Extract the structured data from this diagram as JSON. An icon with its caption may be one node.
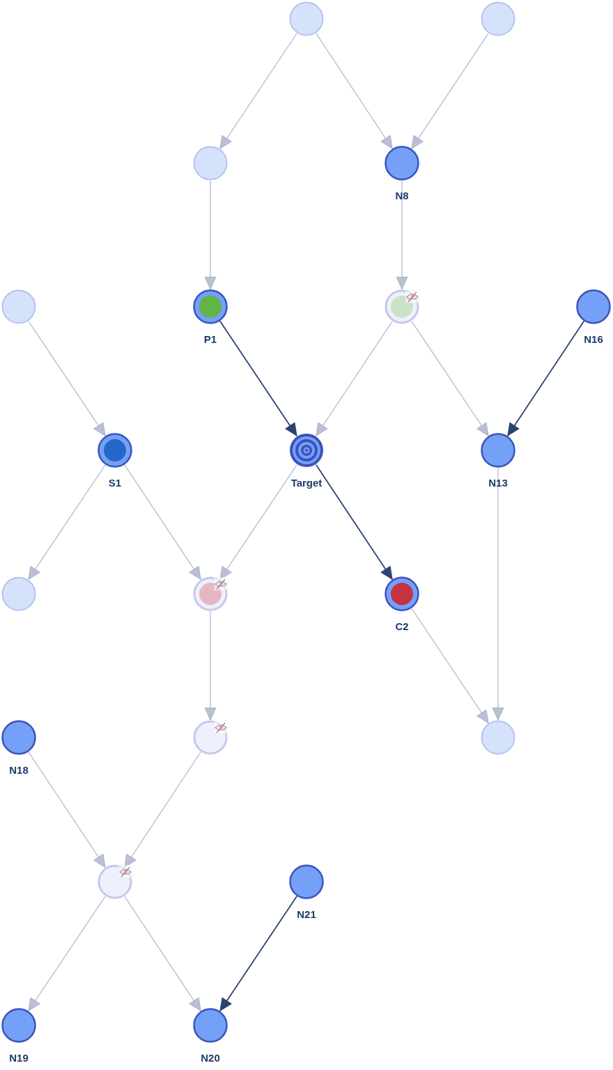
{
  "diagram": {
    "nodes": [
      {
        "text": [],
        "shape": "circle"
      },
      {
        "text": [],
        "shape": "circle"
      },
      {
        "text": [],
        "shape": "circle"
      },
      {
        "text": [
          "N8"
        ]
      },
      {
        "text": [],
        "shape": "circle"
      },
      {
        "text": [
          "P1"
        ]
      },
      {
        "text": [],
        "shape": "circle"
      },
      {
        "text": [
          "N16"
        ]
      },
      {
        "text": [
          "S1"
        ]
      },
      {
        "text": [
          "Target"
        ]
      },
      {
        "text": [
          "N13"
        ]
      },
      {
        "text": [],
        "shape": "circle"
      },
      {
        "text": [],
        "shape": "circle"
      },
      {
        "text": [
          "C2"
        ]
      },
      {
        "text": [
          "N18"
        ]
      },
      {
        "text": [],
        "shape": "circle"
      },
      {
        "text": [],
        "shape": "circle"
      },
      {
        "text": [],
        "shape": "circle"
      },
      {
        "text": [
          "N21"
        ]
      },
      {
        "text": [
          "N19"
        ]
      },
      {
        "text": [
          "N20"
        ]
      }
    ],
    "edges": [
      {
        "from": 0,
        "to": 2,
        "arrow": "to"
      },
      {
        "from": 0,
        "to": 3,
        "arrow": "to"
      },
      {
        "from": 1,
        "to": 3,
        "arrow": "to"
      },
      {
        "from": 2,
        "to": 5,
        "arrow": "to"
      },
      {
        "from": 3,
        "to": 6,
        "arrow": "to"
      },
      {
        "from": 4,
        "to": 8,
        "arrow": "to"
      },
      {
        "from": 5,
        "to": 9,
        "arrow": "to",
        "color": "#2b4272"
      },
      {
        "from": 6,
        "to": 9,
        "arrow": "to"
      },
      {
        "from": 6,
        "to": 10,
        "arrow": "to"
      },
      {
        "from": 7,
        "to": 10,
        "arrow": "to",
        "color": "#2b4272"
      },
      {
        "from": 8,
        "to": 11,
        "arrow": "to"
      },
      {
        "from": 8,
        "to": 12,
        "arrow": "to"
      },
      {
        "from": 9,
        "to": 12,
        "arrow": "to"
      },
      {
        "from": 9,
        "to": 13,
        "arrow": "to",
        "color": "#2b4272"
      },
      {
        "from": 10,
        "to": 16,
        "arrow": "to"
      },
      {
        "from": 13,
        "to": 16,
        "arrow": "to"
      },
      {
        "from": 12,
        "to": 15,
        "arrow": "to"
      },
      {
        "from": 14,
        "to": 17,
        "arrow": "to"
      },
      {
        "from": 15,
        "to": 17,
        "arrow": "to"
      },
      {
        "from": 17,
        "to": 19,
        "arrow": "to"
      },
      {
        "from": 17,
        "to": 20,
        "arrow": "to"
      },
      {
        "from": 18,
        "to": 20,
        "arrow": "to",
        "color": "#2b4272"
      }
    ]
  }
}
